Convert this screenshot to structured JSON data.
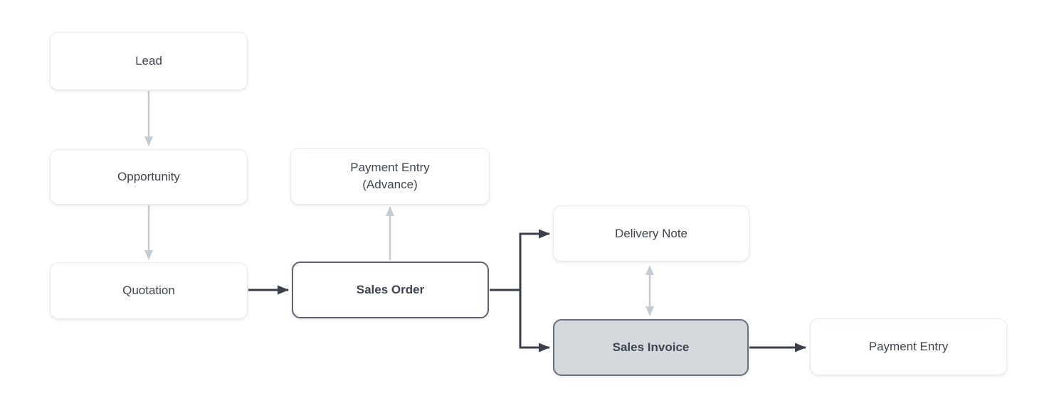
{
  "diagram": {
    "type": "flowchart",
    "description": "Sales cycle flow from Lead to Payment Entry",
    "nodes": {
      "lead": {
        "label": "Lead",
        "highlighted": false,
        "bold": false
      },
      "opportunity": {
        "label": "Opportunity",
        "highlighted": false,
        "bold": false
      },
      "quotation": {
        "label": "Quotation",
        "highlighted": false,
        "bold": false
      },
      "payment_entry_advance": {
        "label": "Payment Entry\n(Advance)",
        "highlighted": false,
        "bold": false
      },
      "sales_order": {
        "label": "Sales Order",
        "highlighted": false,
        "bold": true
      },
      "delivery_note": {
        "label": "Delivery Note",
        "highlighted": false,
        "bold": false
      },
      "sales_invoice": {
        "label": "Sales Invoice",
        "highlighted": true,
        "bold": true
      },
      "payment_entry": {
        "label": "Payment Entry",
        "highlighted": false,
        "bold": false
      }
    },
    "edges": [
      {
        "from": "lead",
        "to": "opportunity",
        "style": "light",
        "direction": "down"
      },
      {
        "from": "opportunity",
        "to": "quotation",
        "style": "light",
        "direction": "down"
      },
      {
        "from": "quotation",
        "to": "sales_order",
        "style": "dark",
        "direction": "right"
      },
      {
        "from": "sales_order",
        "to": "payment_entry_advance",
        "style": "light",
        "direction": "up"
      },
      {
        "from": "sales_order",
        "to": "delivery_note",
        "style": "dark",
        "direction": "branch-up-right"
      },
      {
        "from": "sales_order",
        "to": "sales_invoice",
        "style": "dark",
        "direction": "branch-down-right"
      },
      {
        "from": "delivery_note",
        "to": "sales_invoice",
        "style": "light",
        "direction": "both"
      },
      {
        "from": "sales_invoice",
        "to": "payment_entry",
        "style": "dark",
        "direction": "right"
      }
    ]
  },
  "colors": {
    "c-text": "#3e4551",
    "c-border-light": "#e7eaee",
    "c-border-dark": "#5d6573",
    "c-fill-highlight": "#d4d9de",
    "c-arrow-dark": "#39404c",
    "c-arrow-light": "#c5cbd2",
    "c-node-fill": "#ffffff"
  }
}
